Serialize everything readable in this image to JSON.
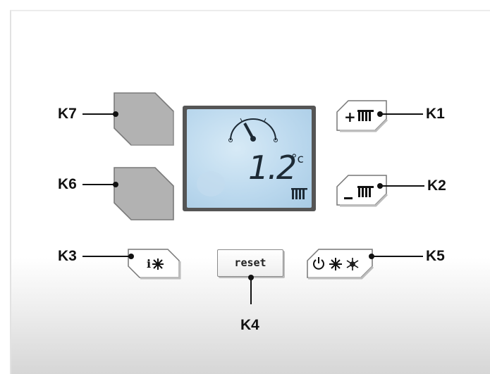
{
  "labels": {
    "k1": "K1",
    "k2": "K2",
    "k3": "K3",
    "k4": "K4",
    "k5": "K5",
    "k6": "K6",
    "k7": "K7"
  },
  "display": {
    "temperature": "1.2",
    "unit": "°c"
  },
  "buttons": {
    "k1": {
      "sign": "+",
      "icon": "radiator-icon"
    },
    "k2": {
      "sign": "–",
      "icon": "radiator-icon"
    },
    "k3": {
      "icons": [
        "info-icon",
        "sun-icon"
      ]
    },
    "k4": {
      "label": "reset"
    },
    "k5": {
      "icons": [
        "power-icon",
        "sun-icon",
        "snowflake-icon"
      ]
    },
    "k6": {
      "color": "#b2b2b2"
    },
    "k7": {
      "color": "#b2b2b2"
    }
  },
  "colors": {
    "lcd_background": "#bcd9ee",
    "lcd_frame": "#555555",
    "pointer_lines": "#111111"
  }
}
